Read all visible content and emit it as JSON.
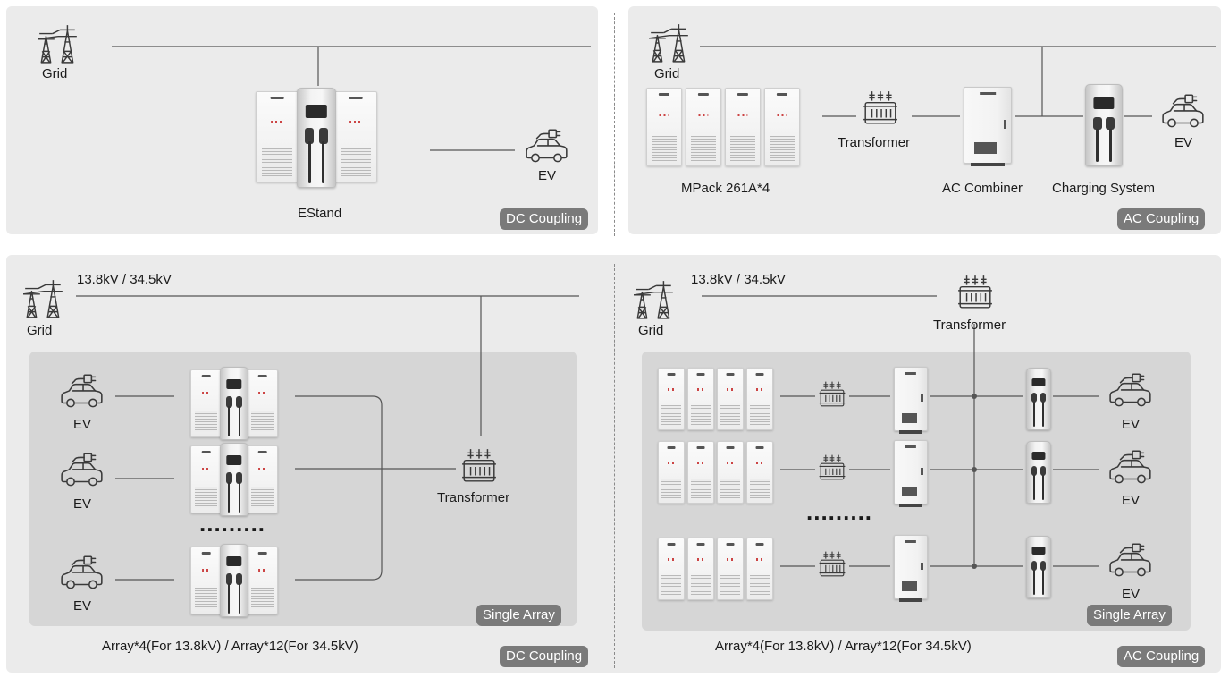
{
  "top_left": {
    "grid_label": "Grid",
    "device_label": "EStand",
    "ev_label": "EV",
    "badge": "DC Coupling"
  },
  "top_right": {
    "grid_label": "Grid",
    "mpack_label": "MPack 261A*4",
    "transformer_label": "Transformer",
    "combiner_label": "AC Combiner",
    "charging_label": "Charging System",
    "ev_label": "EV",
    "badge": "AC Coupling"
  },
  "bottom_left": {
    "voltage": "13.8kV / 34.5kV",
    "grid_label": "Grid",
    "ev_labels": [
      "EV",
      "EV",
      "EV"
    ],
    "ellipsis": ".........",
    "transformer_label": "Transformer",
    "inner_badge": "Single Array",
    "array_caption": "Array*4(For 13.8kV) / Array*12(For 34.5kV)",
    "badge": "DC Coupling"
  },
  "bottom_right": {
    "voltage": "13.8kV / 34.5kV",
    "grid_label": "Grid",
    "transformer_label": "Transformer",
    "ev_labels": [
      "EV",
      "EV",
      "EV"
    ],
    "ellipsis": ".........",
    "inner_badge": "Single Array",
    "array_caption": "Array*4(For 13.8kV) / Array*12(For 34.5kV)",
    "badge": "AC Coupling"
  },
  "icons": {
    "grid": "power-tower-icon",
    "ev": "ev-car-plug-icon",
    "transformer": "transformer-icon"
  },
  "colors": {
    "panel": "#ebebeb",
    "inner_panel": "#d6d6d6",
    "badge": "#7a7a7a",
    "line": "#555555"
  }
}
